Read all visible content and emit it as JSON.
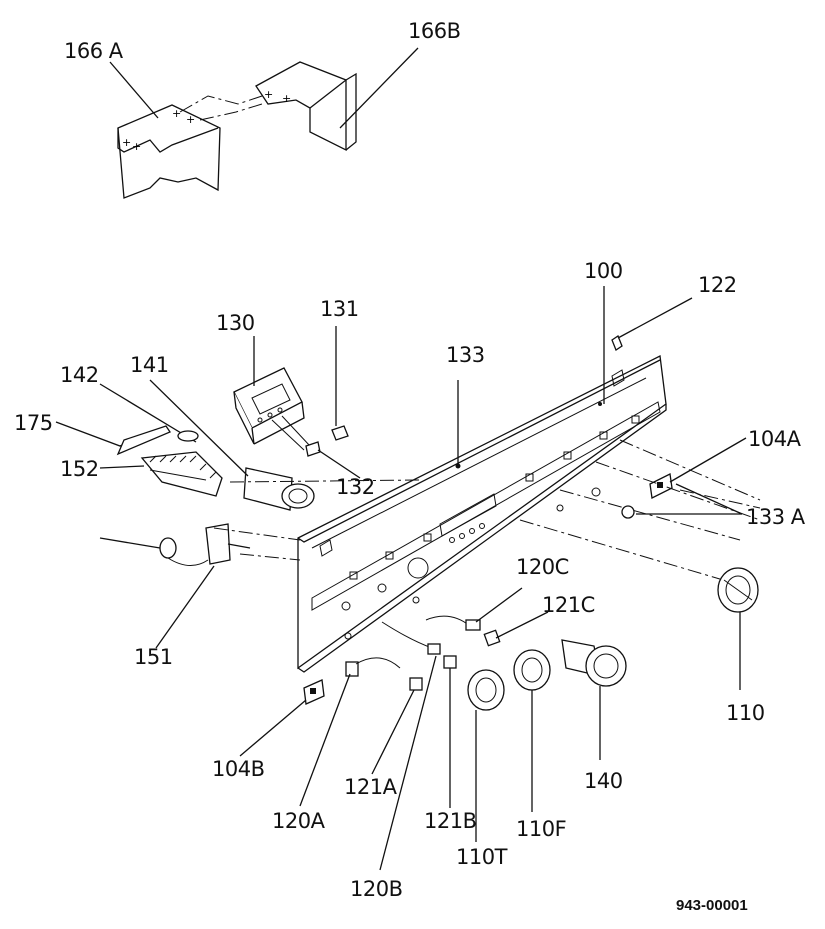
{
  "labels": {
    "l166A": "166 A",
    "l166B": "166B",
    "l100": "100",
    "l122": "122",
    "l130": "130",
    "l131": "131",
    "l133": "133",
    "l141": "141",
    "l142": "142",
    "l175": "175",
    "l152": "152",
    "l132": "132",
    "l104A": "104A",
    "l133A": "133 A",
    "l120C": "120C",
    "l121C": "121C",
    "l151": "151",
    "l110": "110",
    "l140": "140",
    "l104B": "104B",
    "l121A": "121A",
    "l120A": "120A",
    "l121B": "121B",
    "l110F": "110F",
    "l110T": "110T",
    "l120B": "120B"
  },
  "document_number": "943-00001"
}
